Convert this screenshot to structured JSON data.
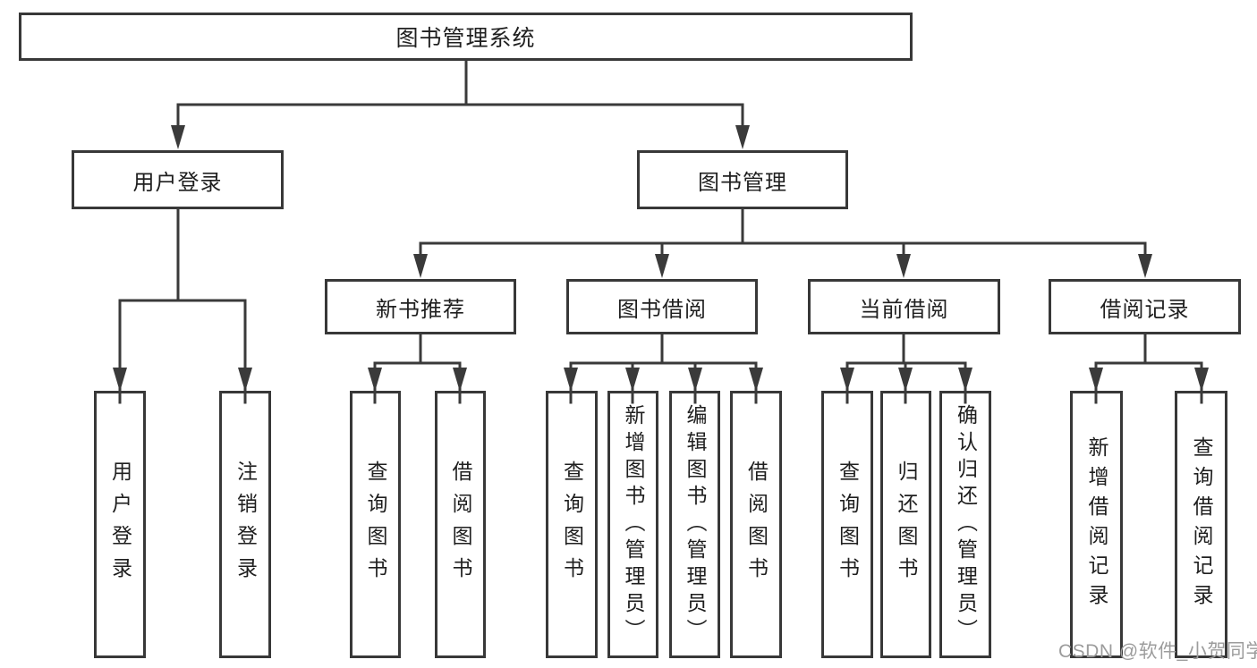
{
  "diagram": {
    "type": "tree",
    "tree": {
      "label": "图书管理系统",
      "children": [
        {
          "label": "用户登录",
          "children": [
            {
              "label": "用户登录"
            },
            {
              "label": "注销登录"
            }
          ]
        },
        {
          "label": "图书管理",
          "children": [
            {
              "label": "新书推荐",
              "children": [
                {
                  "label": "查询图书"
                },
                {
                  "label": "借阅图书"
                }
              ]
            },
            {
              "label": "图书借阅",
              "children": [
                {
                  "label": "查询图书"
                },
                {
                  "label": "新增图书（管理员）"
                },
                {
                  "label": "编辑图书（管理员）"
                },
                {
                  "label": "借阅图书"
                }
              ]
            },
            {
              "label": "当前借阅",
              "children": [
                {
                  "label": "查询图书"
                },
                {
                  "label": "归还图书"
                },
                {
                  "label": "确认归还（管理员）"
                }
              ]
            },
            {
              "label": "借阅记录",
              "children": [
                {
                  "label": "新增借阅记录"
                },
                {
                  "label": "查询借阅记录"
                }
              ]
            }
          ]
        }
      ]
    }
  },
  "watermark": {
    "text": "CSDN @软件_小贺同学"
  },
  "colors": {
    "line": "#3a3a3a",
    "border": "#383838",
    "text": "#1f1f1f",
    "watermark": "#9c9c9c",
    "background": "#ffffff"
  }
}
